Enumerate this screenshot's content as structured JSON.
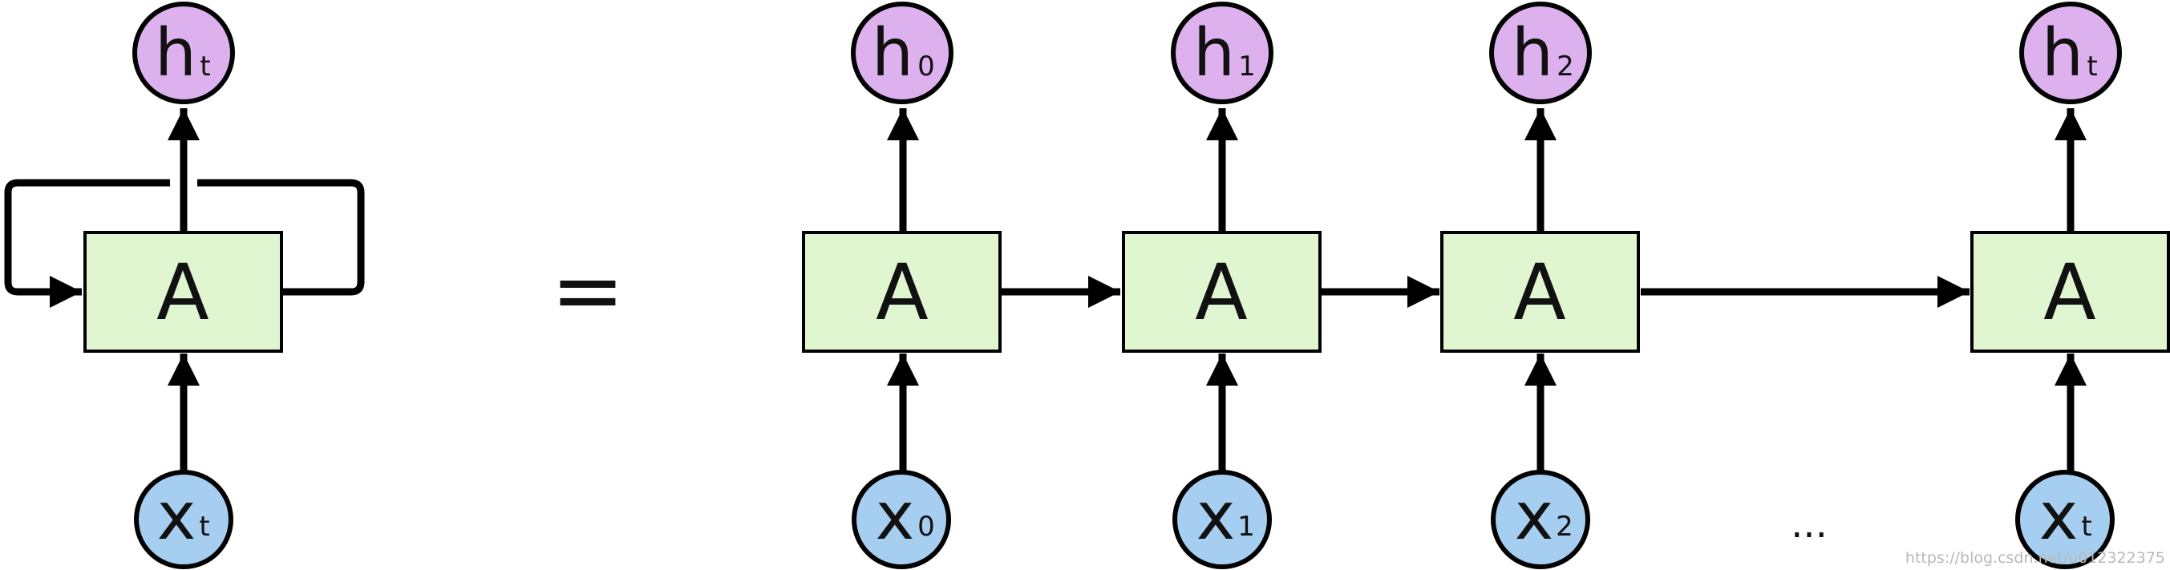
{
  "cell_label": "A",
  "equals_sign": "=",
  "ellipsis": "...",
  "colors": {
    "cell_fill": "#e0f6d1",
    "output_fill": "#ddb0ee",
    "input_fill": "#a6cef0",
    "stroke": "#000000"
  },
  "rolled": {
    "output": {
      "main": "h",
      "sub": "t"
    },
    "input": {
      "main": "x",
      "sub": "t"
    }
  },
  "unrolled": [
    {
      "output": {
        "main": "h",
        "sub": "0"
      },
      "input": {
        "main": "x",
        "sub": "0"
      }
    },
    {
      "output": {
        "main": "h",
        "sub": "1"
      },
      "input": {
        "main": "x",
        "sub": "1"
      }
    },
    {
      "output": {
        "main": "h",
        "sub": "2"
      },
      "input": {
        "main": "x",
        "sub": "2"
      }
    },
    {
      "output": {
        "main": "h",
        "sub": "t"
      },
      "input": {
        "main": "x",
        "sub": "t"
      }
    }
  ],
  "watermark": "https://blog.csdn.net/u012322375"
}
